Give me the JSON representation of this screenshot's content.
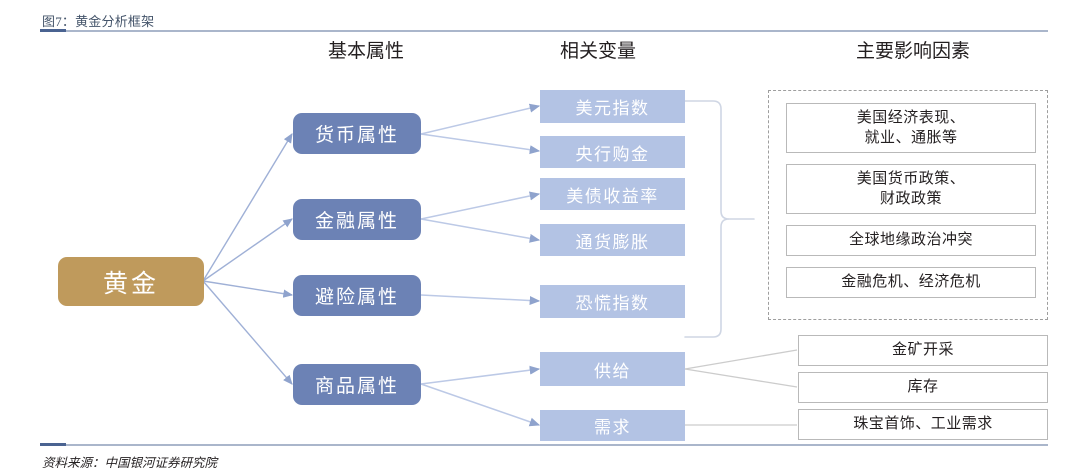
{
  "figure": {
    "title": "图7：黄金分析框架",
    "source": "资料来源：中国银河证券研究院"
  },
  "columns": [
    {
      "label": "基本属性"
    },
    {
      "label": "相关变量"
    },
    {
      "label": "主要影响因素"
    }
  ],
  "root": {
    "label": "黄金"
  },
  "attributes": [
    {
      "label": "货币属性"
    },
    {
      "label": "金融属性"
    },
    {
      "label": "避险属性"
    },
    {
      "label": "商品属性"
    }
  ],
  "variables": [
    {
      "label": "美元指数"
    },
    {
      "label": "央行购金"
    },
    {
      "label": "美债收益率"
    },
    {
      "label": "通货膨胀"
    },
    {
      "label": "恐慌指数"
    },
    {
      "label": "供给"
    },
    {
      "label": "需求"
    }
  ],
  "factors_macro": [
    {
      "line1": "美国经济表现、",
      "line2": "就业、通胀等"
    },
    {
      "line1": "美国货币政策、",
      "line2": "财政政策"
    },
    {
      "line1": "全球地缘政治冲突",
      "line2": ""
    },
    {
      "line1": "金融危机、经济危机",
      "line2": ""
    }
  ],
  "factors_commodity": [
    {
      "label": "金矿开采"
    },
    {
      "label": "库存"
    },
    {
      "label": "珠宝首饰、工业需求"
    }
  ],
  "colors": {
    "gold_node": "#bf9a5c",
    "attribute_node": "#6c82b5",
    "variable_node": "#b3c3e4",
    "factor_border": "#b9b9b9",
    "group_border": "#9e9e9e",
    "rule": "#aab6cb",
    "title_text": "#44546a",
    "connector_blue": "#9fb0d6",
    "connector_gray": "#c9c9c9"
  }
}
